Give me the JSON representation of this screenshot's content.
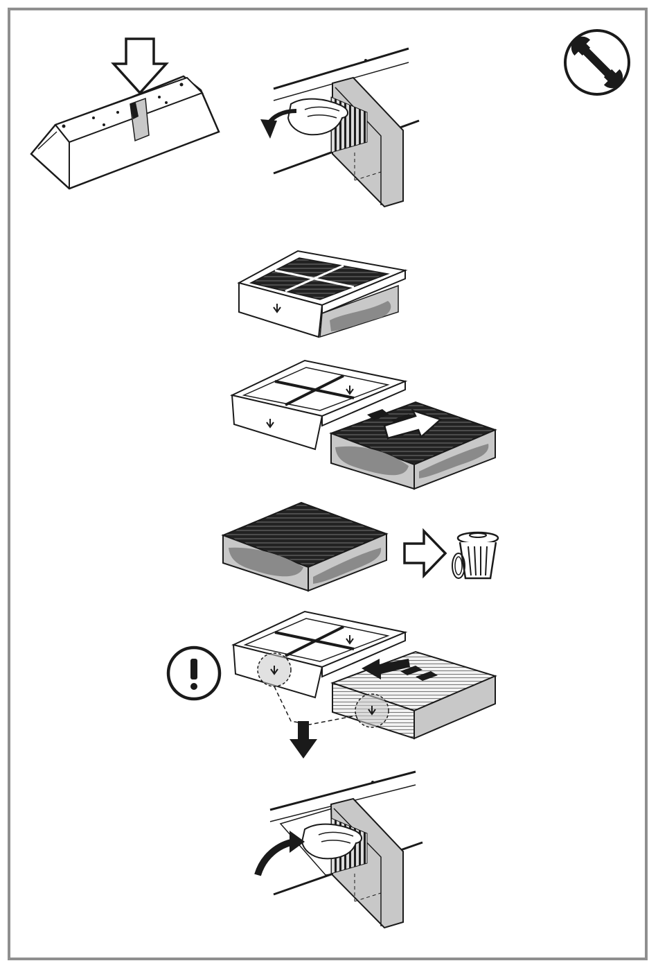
{
  "page": {
    "colors": {
      "frame": "#8f8f8f",
      "ink": "#1a1a1a",
      "filter_grey": "#c8c8c8",
      "grease": "#8a8a8a",
      "grid_dark": "#2a2a2a"
    },
    "icons": {
      "tool": "wrench-icon",
      "warning": "exclamation-warning-icon",
      "discard": "trash-bin-icon"
    }
  },
  "steps": [
    {
      "id": "step-1",
      "action": "press-down-on-hood"
    },
    {
      "id": "step-2",
      "action": "pull-filter-out"
    },
    {
      "id": "step-3",
      "action": "filter-cassette"
    },
    {
      "id": "step-4",
      "action": "slide-out-carbon-filter"
    },
    {
      "id": "step-5",
      "action": "discard-old-filter"
    },
    {
      "id": "step-6",
      "action": "insert-new-filter-align-arrows"
    },
    {
      "id": "step-7",
      "action": "push-filter-back-in"
    }
  ]
}
